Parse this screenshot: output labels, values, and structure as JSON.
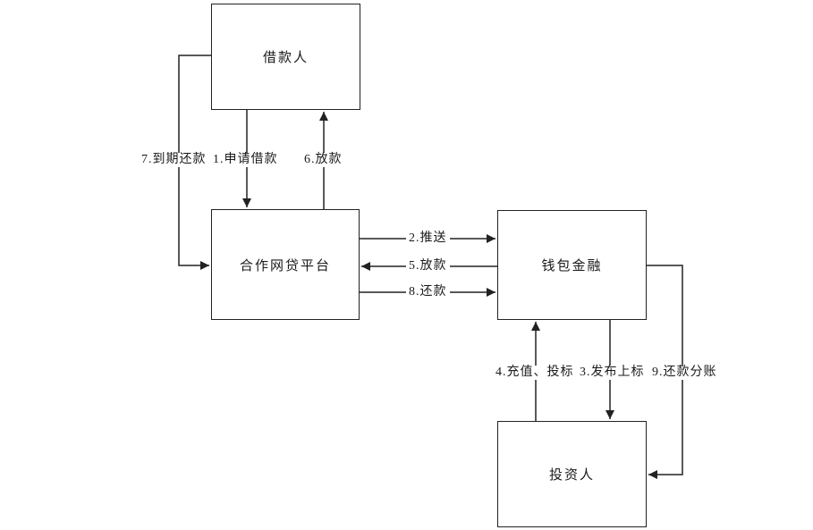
{
  "diagram": {
    "type": "flowchart",
    "background": "#ffffff",
    "line_color": "#222222",
    "nodes": [
      {
        "id": "borrower",
        "label": "借款人"
      },
      {
        "id": "platform",
        "label": "合作网贷平台"
      },
      {
        "id": "wallet_finance",
        "label": "钱包金融"
      },
      {
        "id": "investor",
        "label": "投资人"
      }
    ],
    "edges": [
      {
        "id": "apply-loan",
        "label": "1.申请借款",
        "from": "借款人",
        "to": "合作网贷平台",
        "direction": "down"
      },
      {
        "id": "push",
        "label": "2.推送",
        "from": "合作网贷平台",
        "to": "钱包金融",
        "direction": "right"
      },
      {
        "id": "publish-listing",
        "label": "3.发布上标",
        "from": "钱包金融",
        "to": "投资人",
        "direction": "down"
      },
      {
        "id": "recharge-bid",
        "label": "4.充值、投标",
        "from": "投资人",
        "to": "钱包金融",
        "direction": "up"
      },
      {
        "id": "disburse-platform",
        "label": "5.放款",
        "from": "钱包金融",
        "to": "合作网贷平台",
        "direction": "left"
      },
      {
        "id": "disburse-borrower",
        "label": "6.放款",
        "from": "合作网贷平台",
        "to": "借款人",
        "direction": "up"
      },
      {
        "id": "repay-at-maturity",
        "label": "7.到期还款",
        "from": "借款人",
        "to": "合作网贷平台",
        "direction": "down-right"
      },
      {
        "id": "repay",
        "label": "8.还款",
        "from": "合作网贷平台",
        "to": "钱包金融",
        "direction": "right"
      },
      {
        "id": "repayment-split",
        "label": "9.还款分账",
        "from": "钱包金融",
        "to": "投资人",
        "direction": "down-left"
      }
    ]
  }
}
